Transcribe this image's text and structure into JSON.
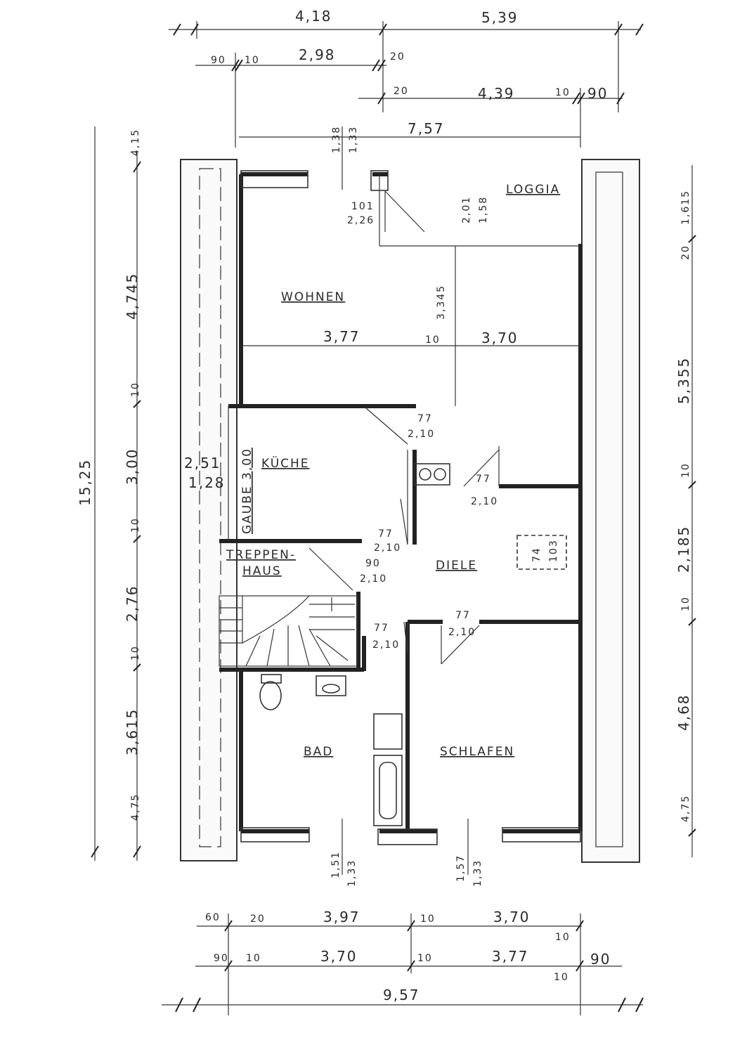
{
  "rooms": {
    "wohnen": "WOHNEN",
    "loggia": "LOGGIA",
    "kueche": "KÜCHE",
    "gaube": "GAUBE 3,00",
    "treppenhaus_1": "TREPPEN-",
    "treppenhaus_2": "HAUS",
    "diele": "DIELE",
    "bad": "BAD",
    "schlafen": "SCHLAFEN"
  },
  "dims_top": {
    "row1_left": "4,18",
    "row1_right": "5,39",
    "row2_a": "90",
    "row2_b": "10",
    "row2_c": "2,98",
    "row2_d": "20",
    "row3_a": "20",
    "row3_b": "4,39",
    "row3_c": "10",
    "row3_d": "90",
    "row4": "7,57",
    "window_top_1": "1,38",
    "window_top_2": "1,33"
  },
  "dims_left": {
    "total": "15,25",
    "a": "4,15",
    "b": "4,745",
    "c": "10",
    "d": "3,00",
    "e": "10",
    "f": "2,76",
    "g": "10",
    "h": "3,615",
    "i": "4,75"
  },
  "dims_right": {
    "a": "1,615",
    "b": "20",
    "c": "5,355",
    "d": "10",
    "e": "2,185",
    "f": "10",
    "g": "4,68",
    "h": "4,75"
  },
  "dims_bottom": {
    "row1_a": "60",
    "row1_b": "20",
    "row1_c": "3,97",
    "row1_d": "10",
    "row1_e": "3,70",
    "row1_f": "10",
    "row2_a": "90",
    "row2_b": "10",
    "row2_c": "3,70",
    "row2_d": "10",
    "row2_e": "3,77",
    "row2_f": "10",
    "row2_g": "90",
    "total": "9,57",
    "win1_1": "1,51",
    "win1_2": "1,33",
    "win2_1": "1,57",
    "win2_2": "1,33"
  },
  "inner_dims": {
    "wohnen_left": "3,77",
    "wohnen_mid": "10",
    "wohnen_right": "3,70",
    "wohnen_height": "3,345",
    "loggia_door_1": "101",
    "loggia_door_2": "2,26",
    "loggia_win_1": "2,01",
    "loggia_win_2": "1,58",
    "gaube_win_1": "2,51",
    "gaube_win_2": "1,28"
  },
  "doors": {
    "d1_1": "77",
    "d1_2": "2,10",
    "d2_1": "77",
    "d2_2": "2,10",
    "d3_1": "77",
    "d3_2": "2,10",
    "d4_1": "90",
    "d4_2": "2,10",
    "d5_1": "77",
    "d5_2": "2,10",
    "d6_1": "77",
    "d6_2": "2,10",
    "schrank_1": "74",
    "schrank_2": "103"
  }
}
